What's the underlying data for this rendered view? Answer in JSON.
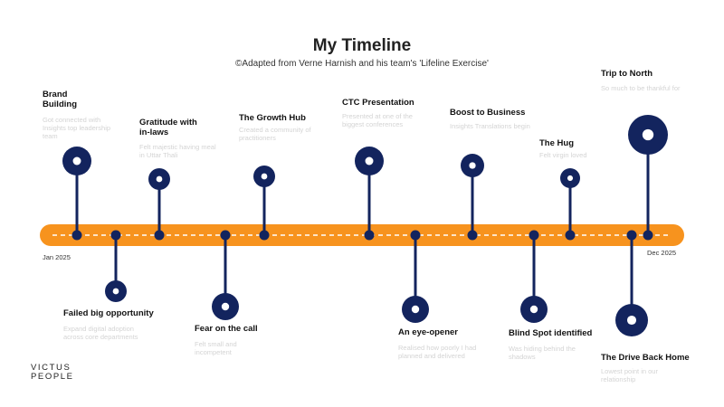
{
  "header": {
    "title": "My Timeline",
    "subtitle": "©Adapted from Verne Harnish and his team's 'Lifeline Exercise'"
  },
  "timeline": {
    "start_label": "Jan 2025",
    "end_label": "Dec 2025",
    "bar_color": "#f7931e",
    "node_color": "#13245e",
    "events": [
      {
        "title": "Brand\nBuilding",
        "desc": "Got connected with\nInsights top leadership\nteam"
      },
      {
        "title": "Failed big opportunity",
        "desc": "Expand digital adoption\nacross core departments"
      },
      {
        "title": "Gratitude with\nin-laws",
        "desc": "Felt majestic having meal\nin Uttar Thali"
      },
      {
        "title": "Fear on the call",
        "desc": "Felt small and\nincompetent"
      },
      {
        "title": "The Growth Hub",
        "desc": "Created a community of\npractitioners"
      },
      {
        "title": "CTC Presentation",
        "desc": "Presented at one of the\nbiggest conferences"
      },
      {
        "title": "An eye-opener",
        "desc": "Realised how poorly I had\nplanned and delivered"
      },
      {
        "title": "Boost to Business",
        "desc": "Insights Translations begin"
      },
      {
        "title": "Blind Spot identified",
        "desc": "Was hiding behind the\nshadows"
      },
      {
        "title": "The Hug",
        "desc": "Felt virgin loved"
      },
      {
        "title": "The Drive Back Home",
        "desc": "Lowest point in our\nrelationship"
      },
      {
        "title": "Trip to North",
        "desc": "So much to be thankful for"
      }
    ]
  },
  "brand": {
    "logo_text": "VICTUS\nPEOPLE"
  }
}
